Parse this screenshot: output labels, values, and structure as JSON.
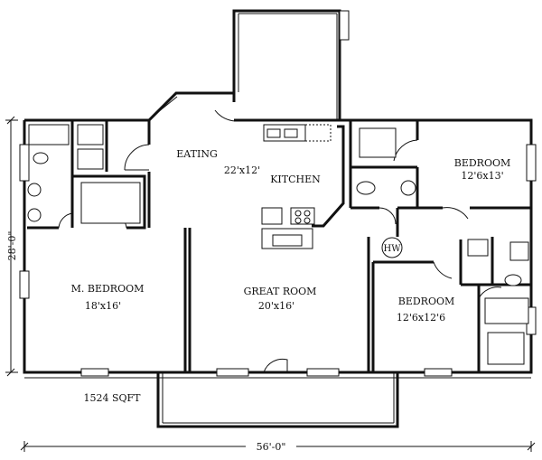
{
  "rooms": {
    "eating": {
      "name": "EATING",
      "size": "22'x12'"
    },
    "kitchen": {
      "name": "KITCHEN"
    },
    "bedroom_ne": {
      "name": "BEDROOM",
      "size": "12'6x13'"
    },
    "master_bedroom": {
      "name": "M. BEDROOM",
      "size": "18'x16'"
    },
    "great_room": {
      "name": "GREAT ROOM",
      "size": "20'x16'"
    },
    "bedroom_se": {
      "name": "BEDROOM",
      "size": "12'6x12'6"
    }
  },
  "fixtures": {
    "water_heater": "HW"
  },
  "dimensions": {
    "depth": "28'-0\"",
    "width": "56'-0\""
  },
  "area": "1524 SQFT"
}
